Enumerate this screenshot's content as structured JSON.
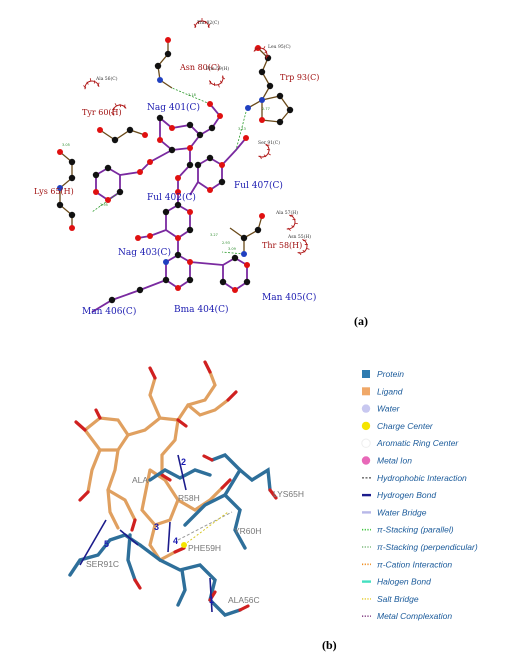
{
  "panels": {
    "a": {
      "label": "(a)",
      "ligands": [
        {
          "name": "Nag 401(C)"
        },
        {
          "name": "Ful 402(C)"
        },
        {
          "name": "Ful 407(C)"
        },
        {
          "name": "Nag 403(C)"
        },
        {
          "name": "Man 405(C)"
        },
        {
          "name": "Bma 404(C)"
        },
        {
          "name": "Man 406(C)"
        }
      ],
      "residues": [
        {
          "name": "Asn 80(C)"
        },
        {
          "name": "Tyr 60(H)"
        },
        {
          "name": "Lys 65(H)"
        },
        {
          "name": "Trp 93(C)"
        },
        {
          "name": "Thr 58(H)"
        }
      ],
      "hydrophobic": [
        {
          "name": "Thr 82(C)"
        },
        {
          "name": "Leu 95(C)"
        },
        {
          "name": "Ala 56(C)"
        },
        {
          "name": "Phe 59(H)"
        },
        {
          "name": "Ser 91(C)"
        },
        {
          "name": "Ala 57(H)"
        },
        {
          "name": "Asn 55(H)"
        }
      ],
      "distances": [
        "3.13",
        "2.95",
        "3.09",
        "3.27",
        "3.18",
        "2.93",
        "3.05",
        "2.77"
      ]
    },
    "b": {
      "label": "(b)",
      "residues": [
        {
          "name": "LYS65H"
        },
        {
          "name": "YR60H"
        },
        {
          "name": "PHE59H"
        },
        {
          "name": "ALA"
        },
        {
          "name": "R58H"
        },
        {
          "name": "SER91C"
        },
        {
          "name": "ALA56C"
        }
      ],
      "interaction_numbers": [
        "1",
        "2",
        "3",
        "4",
        "5"
      ],
      "legend": [
        {
          "label": "Protein",
          "color": "#2e7bb0",
          "symbol": "square"
        },
        {
          "label": "Ligand",
          "color": "#f0a868",
          "symbol": "square"
        },
        {
          "label": "Water",
          "color": "#c8c8f0",
          "symbol": "circle"
        },
        {
          "label": "Charge Center",
          "color": "#f5e400",
          "symbol": "circle"
        },
        {
          "label": "Aromatic Ring Center",
          "color": "#ffffff",
          "symbol": "circle"
        },
        {
          "label": "Metal Ion",
          "color": "#e868b8",
          "symbol": "circle"
        },
        {
          "label": "Hydrophobic Interaction",
          "color": "#7a7a7a",
          "symbol": "dashed"
        },
        {
          "label": "Hydrogen Bond",
          "color": "#1c1c8c",
          "symbol": "solid"
        },
        {
          "label": "Water Bridge",
          "color": "#b8b8e8",
          "symbol": "solid"
        },
        {
          "label": "π-Stacking (parallel)",
          "color": "#3bc43b",
          "symbol": "dotted"
        },
        {
          "label": "π-Stacking (perpendicular)",
          "color": "#7ab87a",
          "symbol": "dotted"
        },
        {
          "label": "π-Cation Interaction",
          "color": "#f08c1e",
          "symbol": "dotted"
        },
        {
          "label": "Halogen Bond",
          "color": "#44e0c0",
          "symbol": "solid"
        },
        {
          "label": "Salt Bridge",
          "color": "#e8d040",
          "symbol": "dotted"
        },
        {
          "label": "Metal Complexation",
          "color": "#8a4a8a",
          "symbol": "dotted"
        }
      ]
    }
  }
}
